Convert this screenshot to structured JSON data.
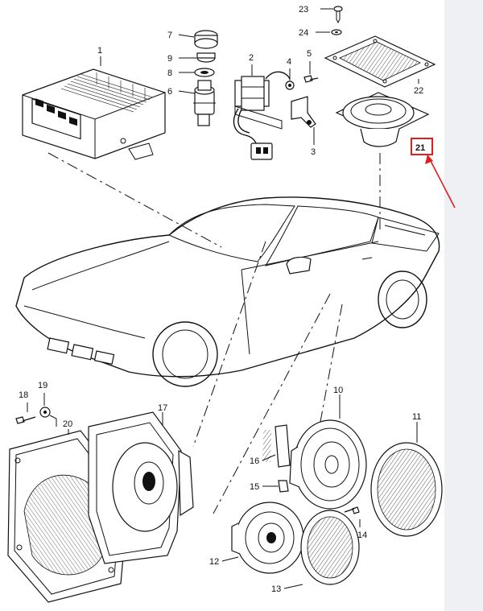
{
  "callouts": {
    "c1": "1",
    "c2": "2",
    "c3": "3",
    "c4": "4",
    "c5": "5",
    "c6": "6",
    "c7": "7",
    "c8": "8",
    "c9": "9",
    "c10": "10",
    "c11": "11",
    "c12": "12",
    "c13": "13",
    "c14": "14",
    "c15": "15",
    "c16": "16",
    "c17": "17",
    "c18": "18",
    "c19": "19",
    "c20": "20",
    "c21": "21",
    "c22": "22",
    "c23": "23",
    "c24": "24"
  },
  "highlight": {
    "label": "21",
    "box_color": "#e31c1c",
    "arrow_color": "#e31c1c"
  }
}
